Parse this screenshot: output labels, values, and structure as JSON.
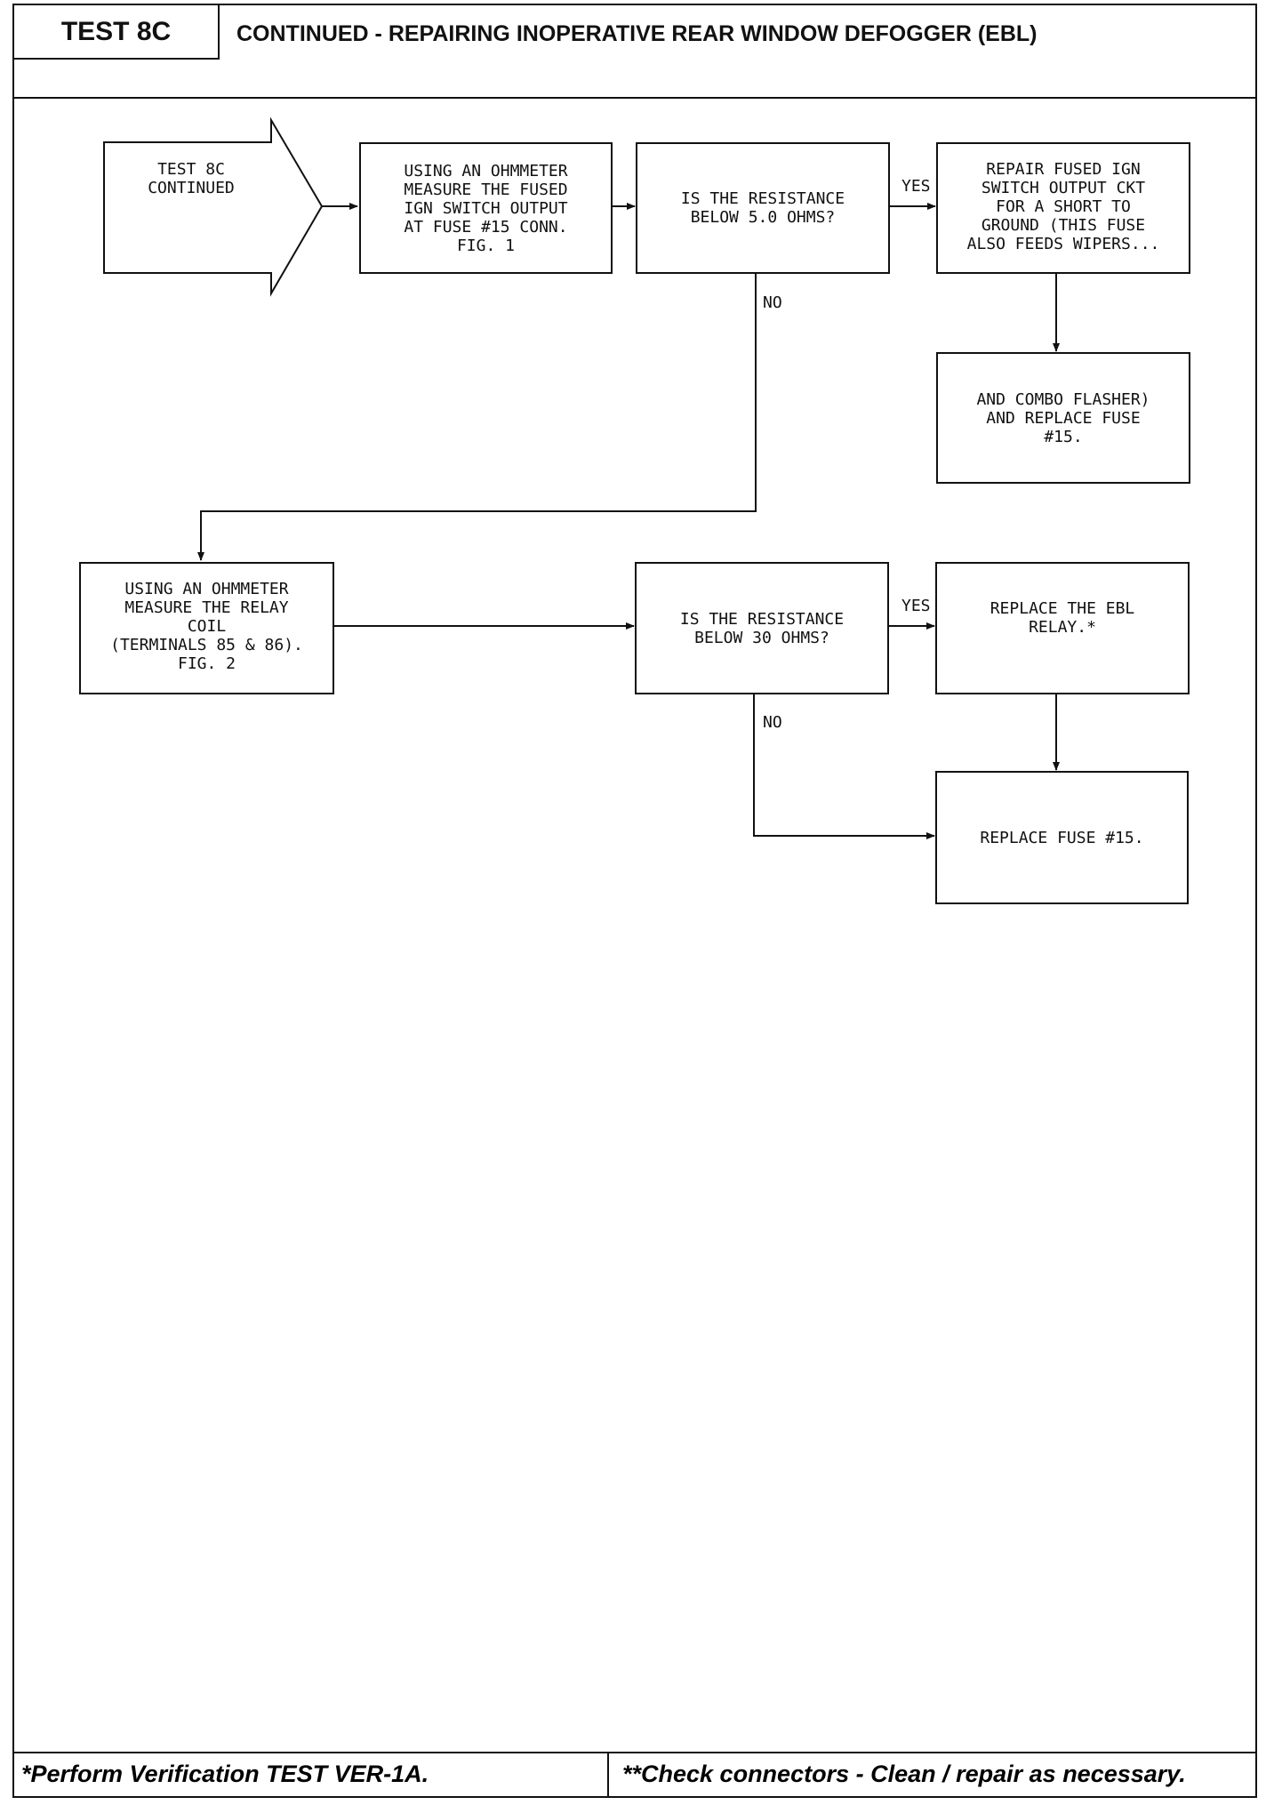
{
  "header": {
    "test_label": "TEST 8C",
    "title": "CONTINUED - REPAIRING INOPERATIVE REAR WINDOW DEFOGGER (EBL)"
  },
  "flowchart": {
    "start": "TEST 8C\nCONTINUED",
    "measure_fuse": "USING AN OHMMETER\nMEASURE THE FUSED\nIGN SWITCH OUTPUT\nAT FUSE #15 CONN.\nFIG. 1",
    "decision_5": "IS THE RESISTANCE\nBELOW 5.0 OHMS?",
    "repair_ckt": "REPAIR FUSED IGN\nSWITCH OUTPUT CKT\nFOR A SHORT TO\nGROUND (THIS FUSE\nALSO FEEDS WIPERS...",
    "combo_flasher": "AND COMBO FLASHER)\nAND REPLACE FUSE\n#15.",
    "measure_relay": "USING AN OHMMETER\nMEASURE THE RELAY\nCOIL\n(TERMINALS 85 & 86).\nFIG. 2",
    "decision_30": "IS THE RESISTANCE\nBELOW 30 OHMS?",
    "replace_relay": "REPLACE THE EBL\nRELAY.*",
    "replace_fuse": "REPLACE FUSE #15.",
    "yes_label": "YES",
    "no_label": "NO"
  },
  "footer": {
    "left_note": "*Perform Verification TEST VER-1A.",
    "right_note": "**Check connectors - Clean / repair as necessary."
  }
}
